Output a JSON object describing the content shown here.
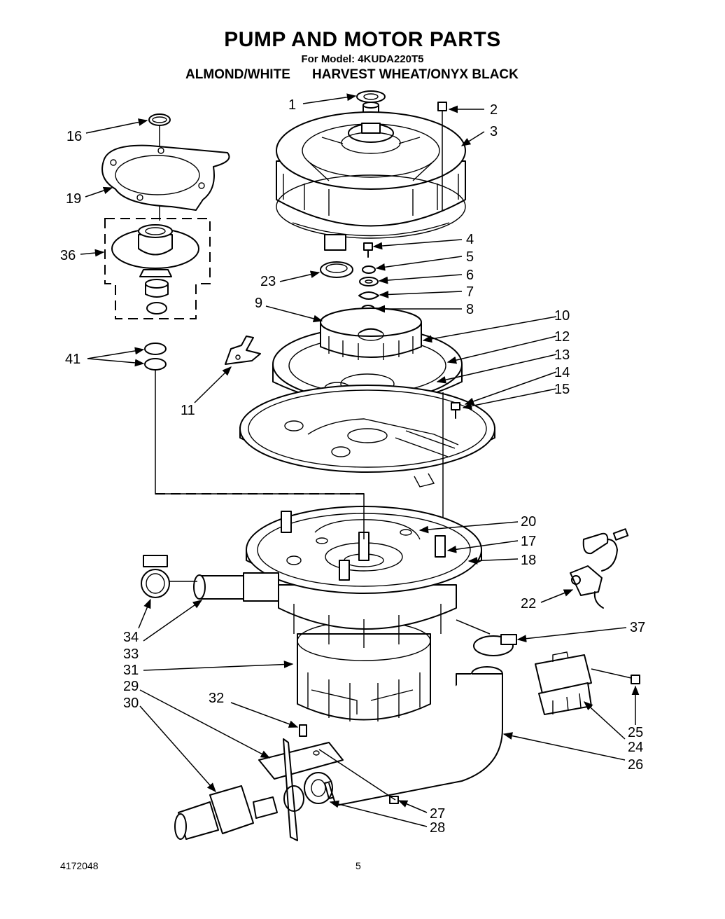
{
  "header": {
    "title": "PUMP AND MOTOR PARTS",
    "model": "For Model: 4KUDA220T5",
    "color_a": "ALMOND/WHITE",
    "color_b": "HARVEST WHEAT/ONYX BLACK"
  },
  "footer": {
    "doc_number": "4172048",
    "page_number": "5"
  },
  "callouts": [
    "1",
    "2",
    "3",
    "4",
    "5",
    "6",
    "7",
    "8",
    "9",
    "10",
    "11",
    "12",
    "13",
    "14",
    "15",
    "16",
    "17",
    "18",
    "19",
    "20",
    "22",
    "23",
    "24",
    "25",
    "26",
    "27",
    "28",
    "29",
    "30",
    "31",
    "32",
    "33",
    "34",
    "36",
    "37",
    "41"
  ]
}
